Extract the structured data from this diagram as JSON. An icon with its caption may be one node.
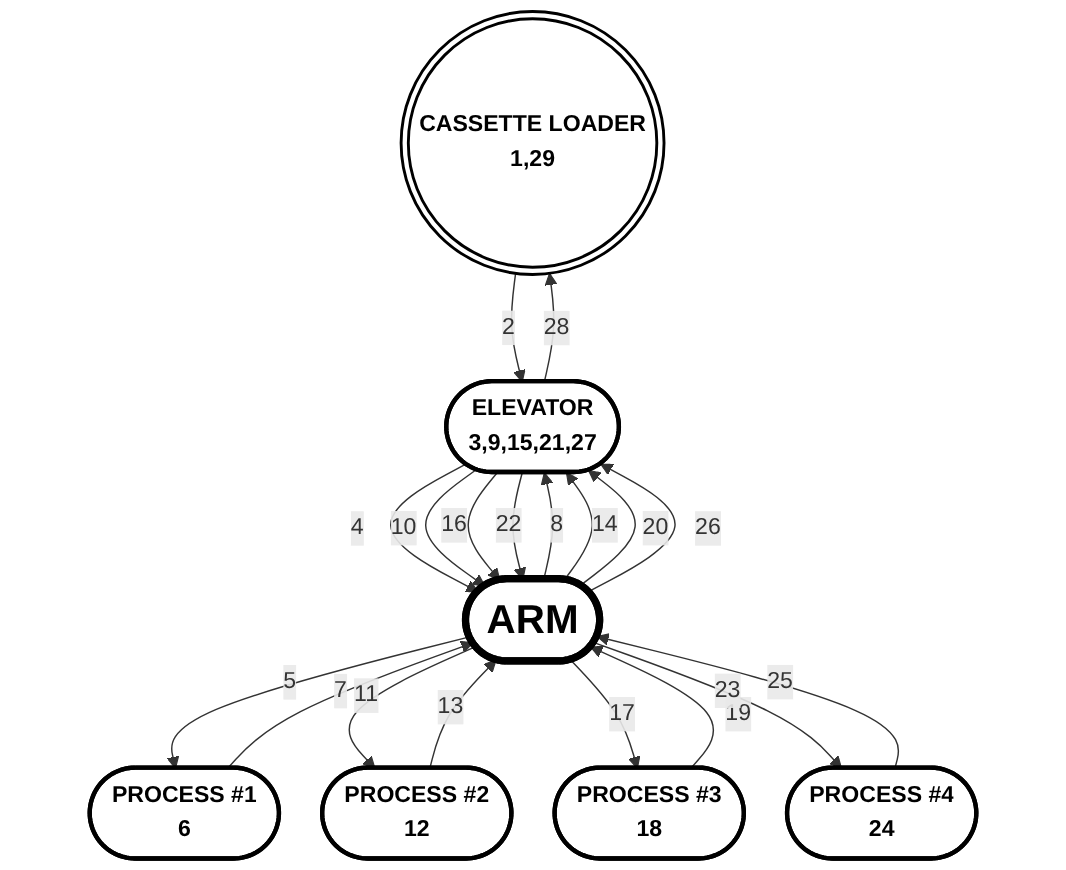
{
  "diagram": {
    "nodes": [
      {
        "text": [
          "CASSETTE LOADER",
          "1,29"
        ]
      },
      {
        "text": [
          "ELEVATOR",
          "3,9,15,21,27"
        ]
      },
      {
        "text": [
          "ARM"
        ]
      },
      {
        "text": [
          "PROCESS #1",
          "6"
        ]
      },
      {
        "text": [
          "PROCESS #2",
          "12"
        ]
      },
      {
        "text": [
          "PROCESS #3",
          "18"
        ]
      },
      {
        "text": [
          "PROCESS #4",
          "24"
        ]
      }
    ],
    "edges": [
      {
        "from": 0,
        "to": 1,
        "arrow": "to",
        "label": "2"
      },
      {
        "from": 1,
        "to": 2,
        "arrow": "to",
        "label": "4"
      },
      {
        "from": 2,
        "to": 3,
        "arrow": "to",
        "label": "5"
      },
      {
        "from": 3,
        "to": 2,
        "arrow": "to",
        "label": "7"
      },
      {
        "from": 2,
        "to": 1,
        "arrow": "to",
        "label": "8"
      },
      {
        "from": 1,
        "to": 2,
        "arrow": "to",
        "label": "10"
      },
      {
        "from": 2,
        "to": 4,
        "arrow": "to",
        "label": "11"
      },
      {
        "from": 4,
        "to": 2,
        "arrow": "to",
        "label": "13"
      },
      {
        "from": 2,
        "to": 1,
        "arrow": "to",
        "label": "14"
      },
      {
        "from": 1,
        "to": 2,
        "arrow": "to",
        "label": "16"
      },
      {
        "from": 2,
        "to": 5,
        "arrow": "to",
        "label": "17"
      },
      {
        "from": 5,
        "to": 2,
        "arrow": "to",
        "label": "19"
      },
      {
        "from": 2,
        "to": 1,
        "arrow": "to",
        "label": "20"
      },
      {
        "from": 1,
        "to": 2,
        "arrow": "to",
        "label": "22"
      },
      {
        "from": 2,
        "to": 6,
        "arrow": "to",
        "label": "23"
      },
      {
        "from": 6,
        "to": 2,
        "arrow": "to",
        "label": "25"
      },
      {
        "from": 2,
        "to": 1,
        "arrow": "to",
        "label": "26"
      },
      {
        "from": 1,
        "to": 0,
        "arrow": "to",
        "label": "28"
      }
    ]
  }
}
